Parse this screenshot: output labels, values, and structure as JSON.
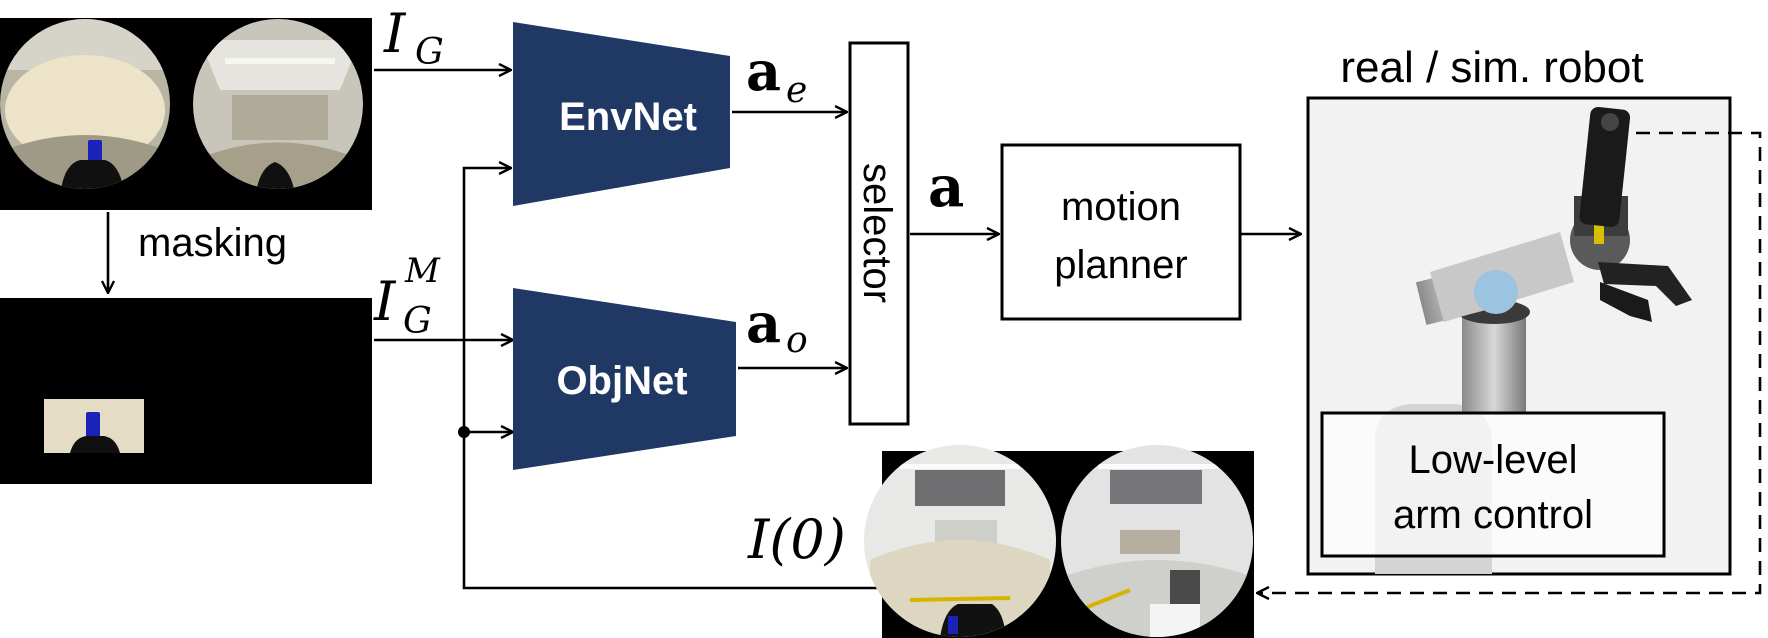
{
  "colors": {
    "network_fill": "#1f3864",
    "network_text": "#ffffff",
    "stroke": "#000000",
    "robot_panel_bg": "#f2f2f2",
    "mask_bg": "#000000",
    "cup_blue": "#1a22b8"
  },
  "labels": {
    "input_goal": "I",
    "input_goal_sub": "G",
    "masking": "masking",
    "input_masked": "I",
    "input_masked_sub": "G",
    "input_masked_sup": "M",
    "current_image": "I(0)",
    "action_env": "a",
    "action_env_sub": "e",
    "action_obj": "a",
    "action_obj_sub": "o",
    "action": "a"
  },
  "blocks": {
    "envnet": "EnvNet",
    "objnet": "ObjNet",
    "selector": "selector",
    "motion_planner_line1": "motion",
    "motion_planner_line2": "planner",
    "robot_title": "real / sim. robot",
    "low_level_line1": "Low-level",
    "low_level_line2": "arm control"
  },
  "images": {
    "goal_image": "goal-fisheye-image-pair",
    "masked_image": "masked-goal-image",
    "current_image": "current-fisheye-image-pair",
    "robot_photo": "robot-arm-photo"
  }
}
